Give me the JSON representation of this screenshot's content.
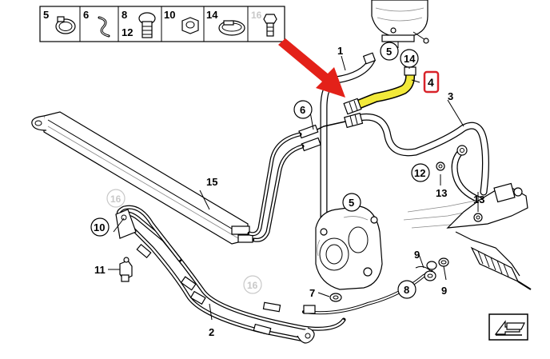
{
  "colors": {
    "highlight": "#f2e93a",
    "arrow": "#e32119",
    "callout_box": "#d8232a",
    "ghost": "#c8c8c8",
    "ink": "#000000"
  },
  "legend": {
    "items": [
      {
        "labels": [
          "5"
        ],
        "icon": "hose-clamp-icon"
      },
      {
        "labels": [
          "6"
        ],
        "icon": "spring-clip-icon"
      },
      {
        "labels": [
          "8",
          "12"
        ],
        "icon": "banjo-bolt-icon"
      },
      {
        "labels": [
          "10"
        ],
        "icon": "hex-nut-icon"
      },
      {
        "labels": [
          "14"
        ],
        "icon": "band-clamp-icon"
      },
      {
        "labels": [
          "16"
        ],
        "icon": "hex-bolt-icon",
        "greyed": true
      }
    ]
  },
  "callouts": {
    "c1": "1",
    "c2": "2",
    "c3": "3",
    "c4": "4",
    "c5a": "5",
    "c5b": "5",
    "c6": "6",
    "c7": "7",
    "c8": "8",
    "c9a": "9",
    "c9b": "9",
    "c10": "10",
    "c11": "11",
    "c12": "12",
    "c13a": "13",
    "c13b": "13",
    "c14": "14",
    "c15": "15",
    "c16a": "16",
    "c16b": "16"
  },
  "icons": {
    "pointer_arrow": "red-arrow-icon",
    "corner_badge": "direction-arrow-icon"
  }
}
